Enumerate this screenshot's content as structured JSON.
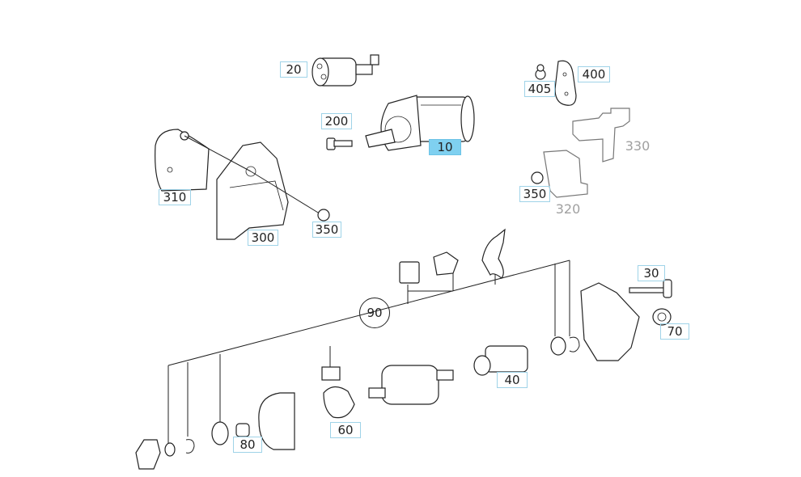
{
  "callouts": {
    "c20": "20",
    "c200": "200",
    "c10": "10",
    "c405": "405",
    "c400": "400",
    "c330": "330",
    "c310": "310",
    "c300": "300",
    "c350a": "350",
    "c350b": "350",
    "c320": "320",
    "c30": "30",
    "c90": "90",
    "c70": "70",
    "c40": "40",
    "c60": "60",
    "c80": "80"
  },
  "colors": {
    "highlight": "#7fd0f0",
    "callout_border": "#9fd3e8",
    "inactive_text": "#a0a0a0"
  }
}
